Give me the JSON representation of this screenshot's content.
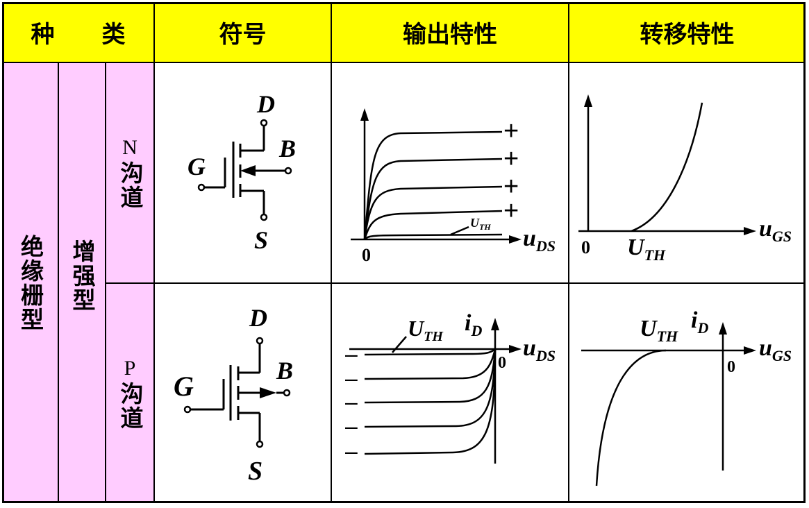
{
  "header": {
    "kind": "种　　类",
    "symbol": "符号",
    "output": "输出特性",
    "transfer": "转移特性"
  },
  "category": {
    "gate": "绝缘栅型",
    "mode": "增强型"
  },
  "rows": [
    {
      "channel_letter": "N",
      "channel_text": "沟道",
      "symbol": {
        "d": "D",
        "g": "G",
        "b": "B",
        "s": "S"
      },
      "output": {
        "uth": "U",
        "uth_sub": "TH",
        "axis_u": "u",
        "axis_sub": "DS",
        "origin": "0",
        "signs": [
          "+",
          "+",
          "+",
          "+"
        ]
      },
      "transfer": {
        "uth": "U",
        "uth_sub": "TH",
        "axis_u": "u",
        "axis_sub": "GS",
        "origin": "0"
      }
    },
    {
      "channel_letter": "P",
      "channel_text": "沟道",
      "symbol": {
        "d": "D",
        "g": "G",
        "b": "B",
        "s": "S"
      },
      "output": {
        "uth": "U",
        "uth_sub": "TH",
        "id": "i",
        "id_sub": "D",
        "axis_u": "u",
        "axis_sub": "DS",
        "origin": "0",
        "signs": [
          "–",
          "–",
          "–",
          "–",
          "–"
        ]
      },
      "transfer": {
        "uth": "U",
        "uth_sub": "TH",
        "id": "i",
        "id_sub": "D",
        "axis_u": "u",
        "axis_sub": "GS",
        "origin": "0"
      }
    }
  ],
  "colors": {
    "header": "#ffff00",
    "pink": "#ffccff",
    "ink": "#000000"
  }
}
